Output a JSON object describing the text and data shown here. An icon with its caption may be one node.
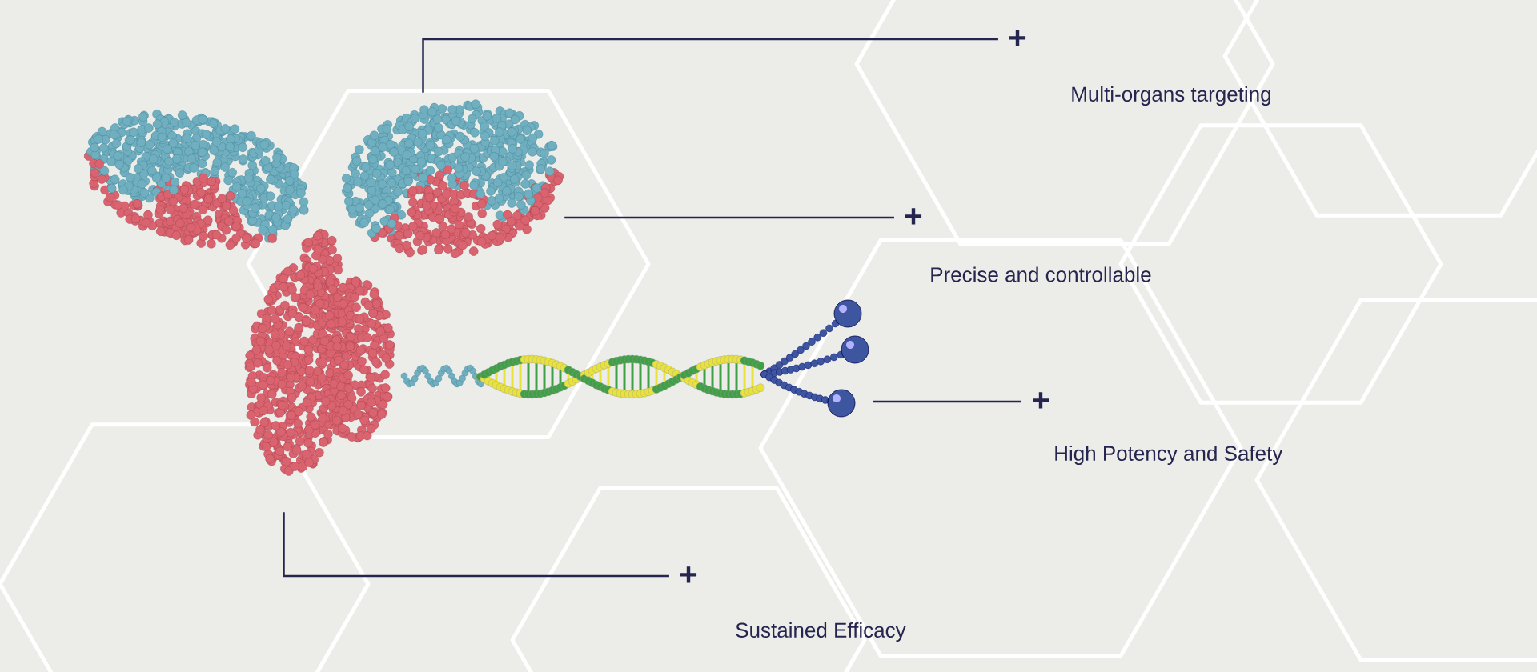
{
  "diagram": {
    "nodes": [
      {
        "text": [],
        "shape": "picture"
      },
      {
        "text": [],
        "shape": "picture"
      },
      {
        "text": [
          "+",
          "Multi-organs targeting"
        ]
      },
      {
        "text": [
          "+",
          "Precise and controllable"
        ]
      },
      {
        "text": [
          "+",
          "High Potency and Safety"
        ]
      },
      {
        "text": [
          "+",
          "Sustained Efficacy"
        ]
      }
    ],
    "edges": [
      {
        "from": 2,
        "to": 0,
        "arrow": "none"
      },
      {
        "from": 3,
        "to": 0,
        "arrow": "none"
      },
      {
        "from": 4,
        "to": 1,
        "arrow": "none"
      },
      {
        "from": 5,
        "to": 0,
        "arrow": "none"
      }
    ]
  }
}
